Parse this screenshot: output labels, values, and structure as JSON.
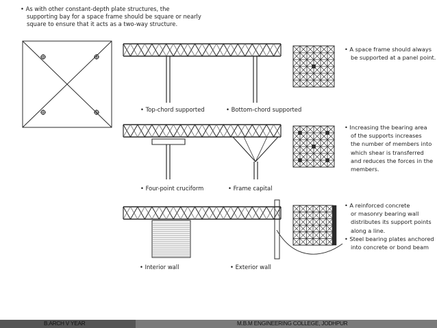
{
  "intro": {
    "lines": [
      "• As with other constant-depth plate structures, the",
      "supporting bay for a space frame should be square or nearly",
      "square to ensure that it acts as a two-way structure."
    ]
  },
  "row1": {
    "caption_left": "• Top-chord supported",
    "caption_right": "• Bottom-chord supported",
    "note": [
      "• A space frame should always",
      "be supported at a panel point."
    ]
  },
  "row2": {
    "caption_left": "• Four-point cruciform",
    "caption_right": "• Frame capital",
    "note": [
      "• Increasing the bearing area",
      "of the supports increases",
      "the number of members into",
      "which shear is transferred",
      "and reduces the forces in the",
      "members."
    ]
  },
  "row3": {
    "caption_left": "• Interior wall",
    "caption_right": "• Exterior wall",
    "note": [
      "• A reinforced concrete",
      "or masonry bearing wall",
      "distributes its support points",
      "along a line.",
      "• Steel bearing plates anchored",
      "into concrete or bond beam"
    ]
  },
  "footer": {
    "left": "B.ARCH V YEAR",
    "right": "M.B.M ENGINEERING COLLEGE, JODHPUR"
  }
}
